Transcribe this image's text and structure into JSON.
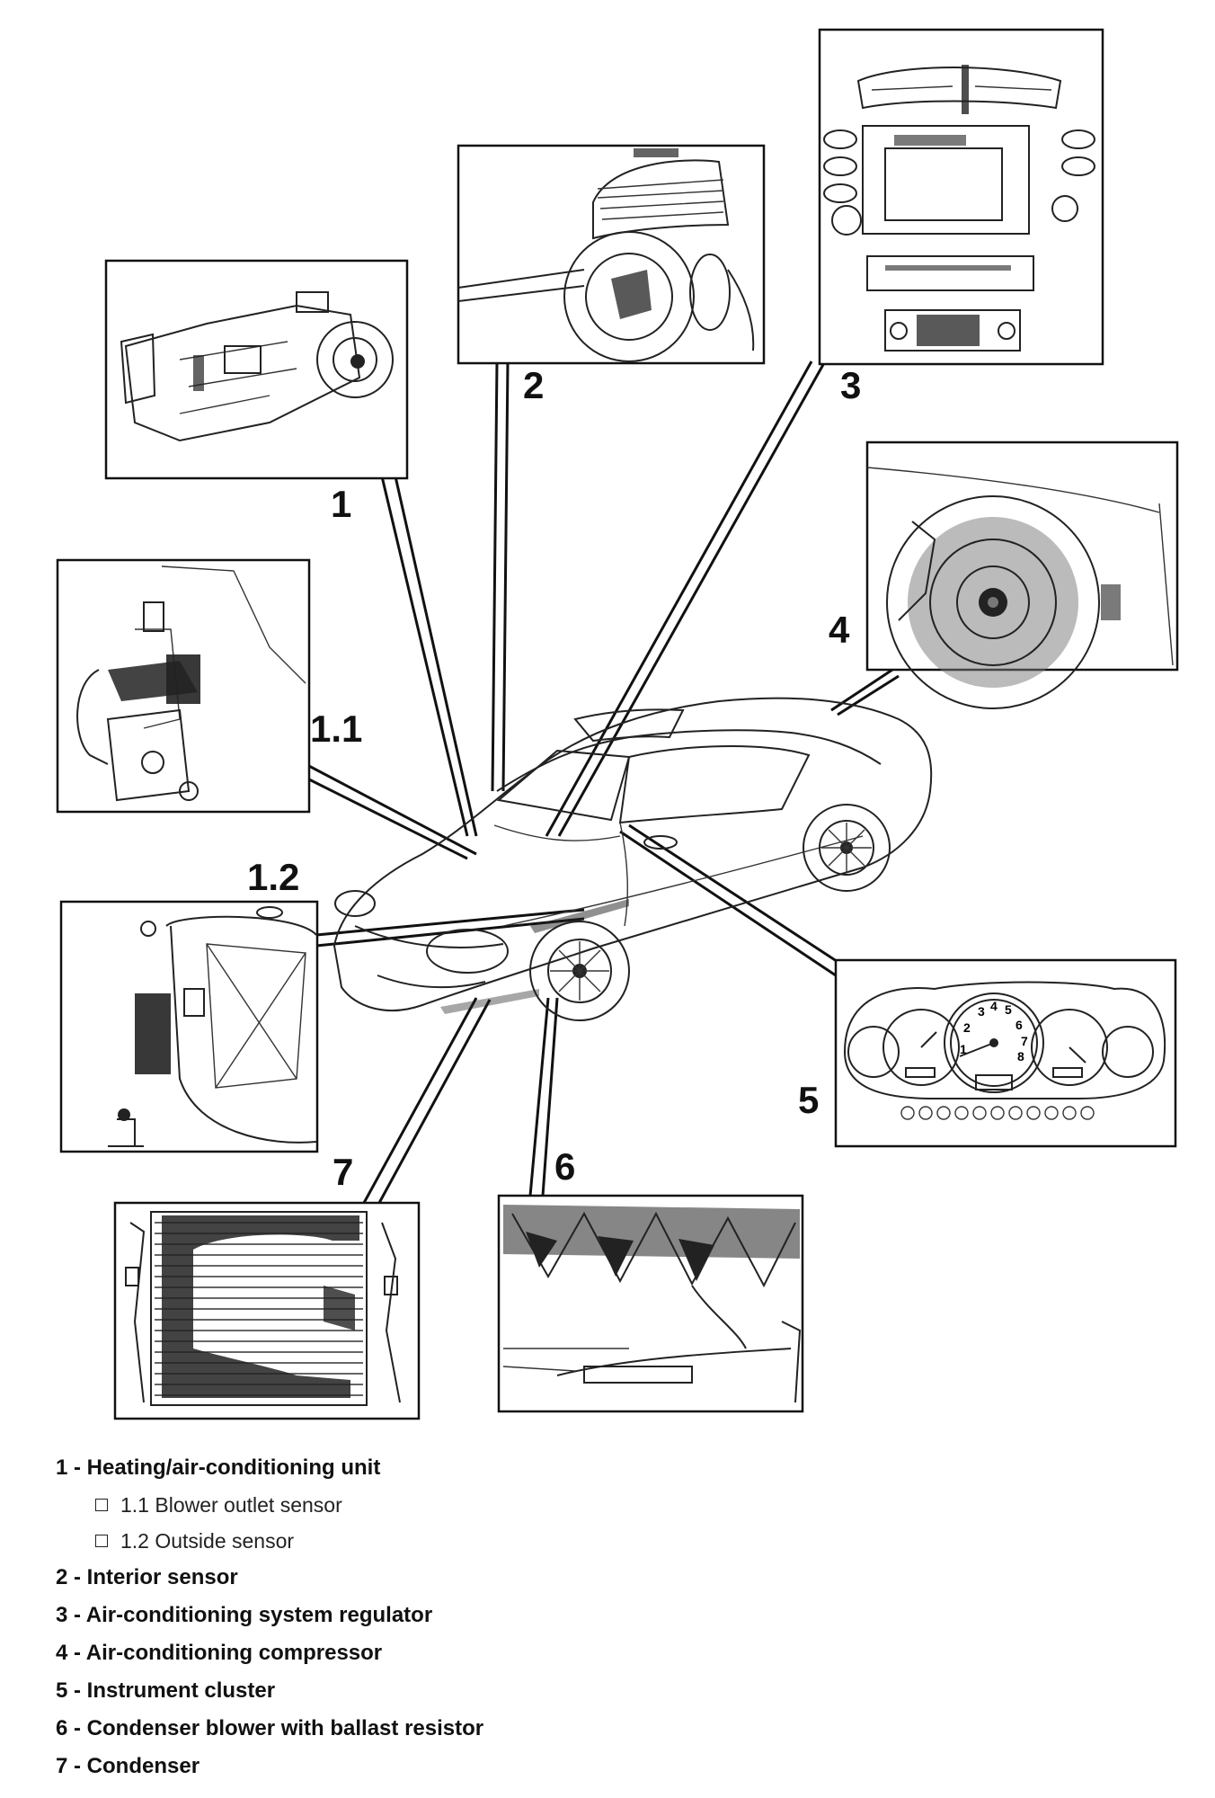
{
  "callouts": {
    "c1": "1",
    "c1_1": "1.1",
    "c1_2": "1.2",
    "c2": "2",
    "c3": "3",
    "c4": "4",
    "c5": "5",
    "c6": "6",
    "c7": "7"
  },
  "legend": {
    "item1": "1 - Heating/air-conditioning unit",
    "sub1": "1.1 Blower outlet sensor",
    "sub2": "1.2 Outside sensor",
    "item2": "2 - Interior sensor",
    "item3": "3 - Air-conditioning system regulator",
    "item4": "4 - Air-conditioning compressor",
    "item5": "5 - Instrument cluster",
    "item6": "6 - Condenser blower with ballast resistor",
    "item7": "7 - Condenser"
  },
  "gauges": {
    "center_digits": [
      "1",
      "2",
      "3",
      "4",
      "5",
      "6",
      "7",
      "8"
    ]
  }
}
